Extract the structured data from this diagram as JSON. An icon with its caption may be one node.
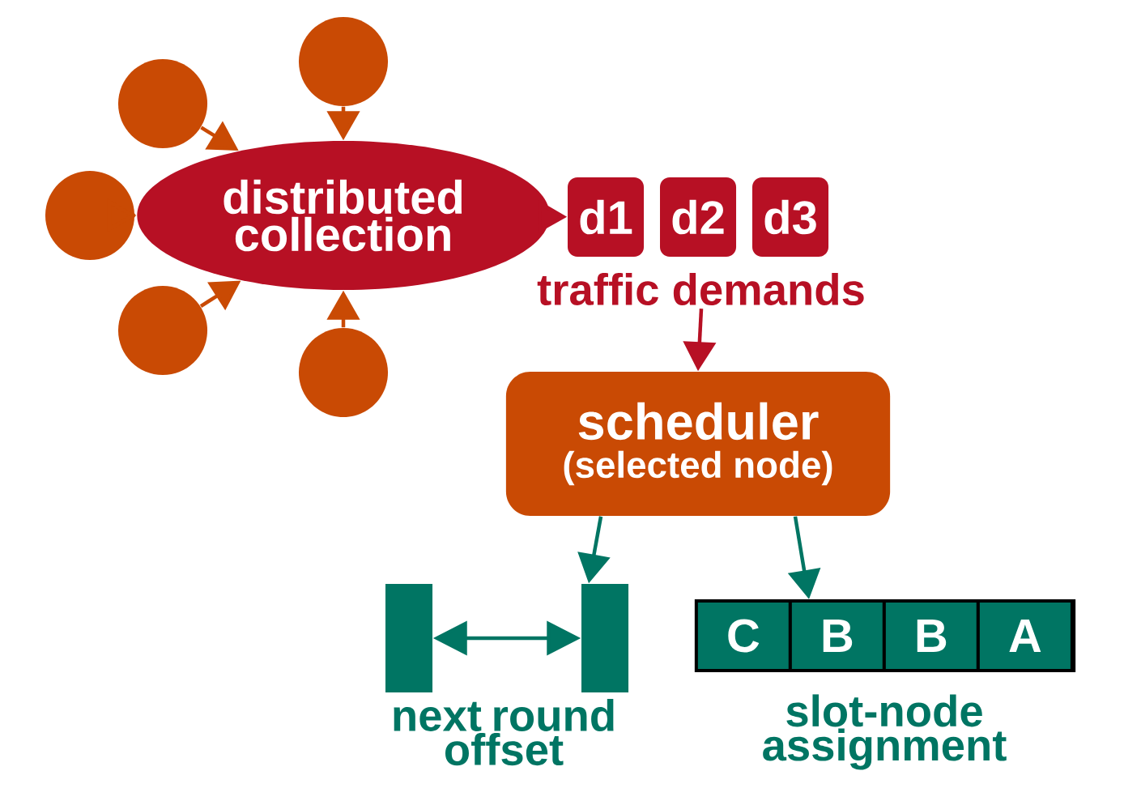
{
  "diagram": {
    "nodes": [
      {
        "text": [],
        "shape": "circle"
      },
      {
        "text": [],
        "shape": "circle"
      },
      {
        "text": [],
        "shape": "circle"
      },
      {
        "text": [],
        "shape": "circle"
      },
      {
        "text": [],
        "shape": "circle"
      },
      {
        "text": [
          "distributed collection"
        ]
      },
      {
        "text": [
          "d1"
        ]
      },
      {
        "text": [
          "d2"
        ]
      },
      {
        "text": [
          "d3"
        ]
      },
      {
        "text": [
          "traffic demands"
        ]
      },
      {
        "text": [
          "scheduler",
          "(selected node)"
        ]
      },
      {
        "text": [],
        "shape": "bar"
      },
      {
        "text": [],
        "shape": "bar"
      },
      {
        "text": [],
        "shape": "box"
      },
      {
        "text": [
          "C"
        ],
        "in": 13
      },
      {
        "text": [
          "B"
        ],
        "in": 13
      },
      {
        "text": [
          "B"
        ],
        "in": 13
      },
      {
        "text": [
          "A"
        ],
        "in": 13
      }
    ],
    "edges": [
      {
        "from": 0,
        "to": 5,
        "arrow": "to",
        "color": "#c94a04"
      },
      {
        "from": 1,
        "to": 5,
        "arrow": "to",
        "color": "#c94a04"
      },
      {
        "from": 2,
        "to": 5,
        "arrow": "to",
        "color": "#c94a04"
      },
      {
        "from": 3,
        "to": 5,
        "arrow": "to",
        "color": "#c94a04"
      },
      {
        "from": 4,
        "to": 5,
        "arrow": "to",
        "color": "#c94a04"
      },
      {
        "from": 5,
        "to": 6,
        "arrow": "to",
        "color": "#b71024"
      },
      {
        "from": 9,
        "to": 10,
        "arrow": "to",
        "color": "#b71024"
      },
      {
        "from": 10,
        "to": 12,
        "arrow": "to",
        "color": "#007563"
      },
      {
        "from": 10,
        "to": 13,
        "arrow": "to",
        "color": "#007563"
      },
      {
        "from": 11,
        "to": 12,
        "arrow": "both",
        "color": "#007563"
      }
    ],
    "labels": [
      "next round offset",
      "slot-node assignment"
    ]
  }
}
